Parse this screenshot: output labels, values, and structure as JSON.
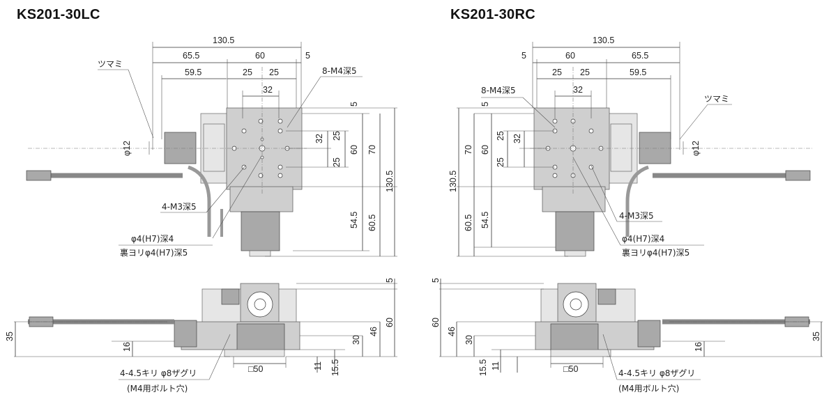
{
  "titles": {
    "left": "KS201-30LC",
    "right": "KS201-30RC"
  },
  "left_top": {
    "overall_width": "130.5",
    "w_65_5": "65.5",
    "w_60": "60",
    "w_5": "5",
    "w_59_5": "59.5",
    "w_25a": "25",
    "w_25b": "25",
    "w_32": "32",
    "knob": "ツマミ",
    "tap_holes": "8-M4深5",
    "phi12": "φ12",
    "h_5": "5",
    "h_25a": "25",
    "h_32": "32",
    "h_25b": "25",
    "h_60": "60",
    "h_70": "70",
    "h_130_5": "130.5",
    "h_54_5": "54.5",
    "h_60_5": "60.5",
    "m3": "4-M3深5",
    "pin1": "φ4(H7)深4",
    "pin2": "裏ヨリφ4(H7)深5"
  },
  "right_top": {
    "overall_width": "130.5",
    "w_5": "5",
    "w_60": "60",
    "w_65_5": "65.5",
    "w_25a": "25",
    "w_25b": "25",
    "w_32": "32",
    "w_59_5": "59.5",
    "tap_holes": "8-M4深5",
    "knob": "ツマミ",
    "phi12": "φ12",
    "h_5": "5",
    "h_70": "70",
    "h_60": "60",
    "h_25a": "25",
    "h_32": "32",
    "h_25b": "25",
    "h_130_5": "130.5",
    "h_60_5": "60.5",
    "h_54_5": "54.5",
    "m3": "4-M3深5",
    "pin1": "φ4(H7)深4",
    "pin2": "裏ヨリφ4(H7)深5"
  },
  "left_bottom": {
    "h_5": "5",
    "h_60": "60",
    "h_46": "46",
    "h_30": "30",
    "h_35": "35",
    "h_16": "16",
    "h_11": "11",
    "h_15_5": "15.5",
    "sq50": "□50",
    "holes": "4-4.5キリ φ8ザグリ",
    "bolt": "(M4用ボルト穴)"
  },
  "right_bottom": {
    "h_5": "5",
    "h_60": "60",
    "h_46": "46",
    "h_30": "30",
    "h_35": "35",
    "h_16": "16",
    "h_11": "11",
    "h_15_5": "15.5",
    "sq50": "□50",
    "holes": "4-4.5キリ φ8ザグリ",
    "bolt": "(M4用ボルト穴)"
  }
}
